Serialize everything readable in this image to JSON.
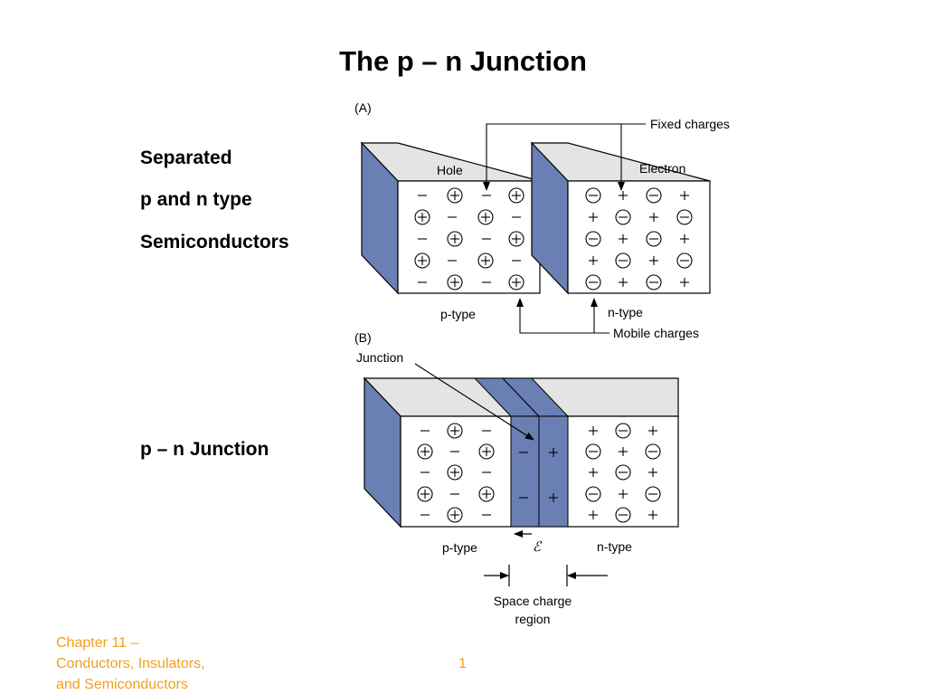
{
  "slide": {
    "title": "The p – n Junction",
    "side_labels": {
      "line1": "Separated",
      "line2": "p and n  type",
      "line3": "Semiconductors",
      "junction": "p – n Junction"
    },
    "footer": {
      "chapter_line1": "Chapter 11 –",
      "chapter_line2": "Conductors, Insulators,",
      "chapter_line3": "and Semiconductors",
      "page_number": "1"
    }
  },
  "diagram": {
    "part_a": {
      "label": "(A)",
      "fixed_charges": "Fixed charges",
      "hole": "Hole",
      "electron": "Electron",
      "p_type": "p-type",
      "n_type": "n-type",
      "mobile_charges": "Mobile charges"
    },
    "part_b": {
      "label": "(B)",
      "junction": "Junction",
      "p_type": "p-type",
      "n_type": "n-type",
      "field_symbol": "ℰ",
      "space_charge_line1": "Space charge",
      "space_charge_line2": "region"
    },
    "colors": {
      "face_blue": "#6a7fb3",
      "top_gray": "#e4e4e4",
      "footer_orange": "#f0a020"
    }
  }
}
